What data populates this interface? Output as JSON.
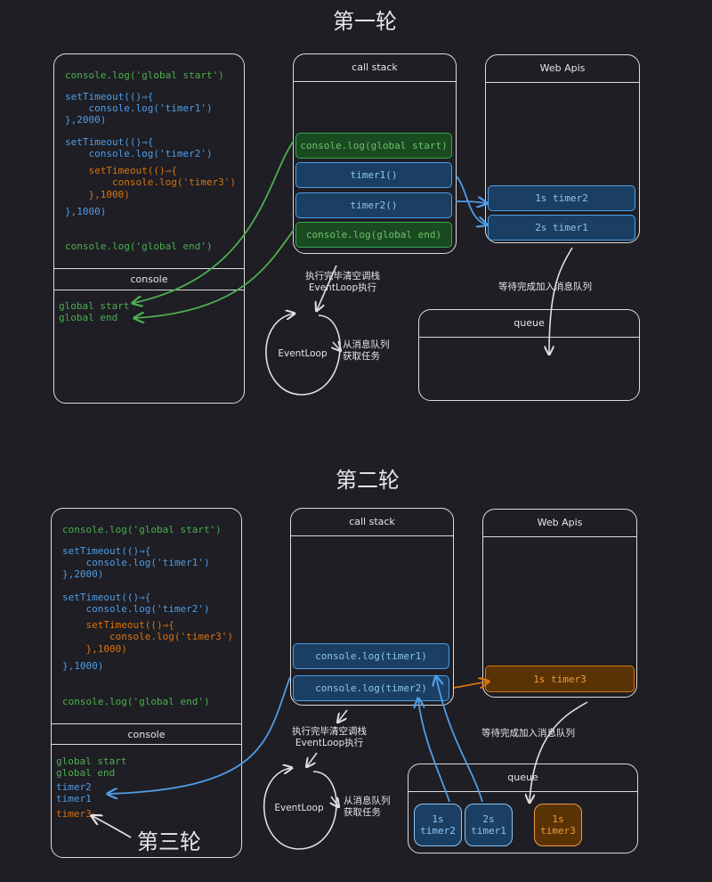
{
  "round1": {
    "title": "第一轮",
    "code": {
      "l1": "console.log('global start')",
      "l2": "setTimeout(()⇒{",
      "l3": "    console.log('timer1')",
      "l4": "},2000)",
      "l5": "setTimeout(()⇒{",
      "l6": "    console.log('timer2')",
      "l7": "    setTimeout(()⇒{",
      "l8": "        console.log('timer3')",
      "l9": "    },1000)",
      "l10": "},1000)",
      "l11": "console.log('global end')"
    },
    "console": {
      "label": "console",
      "lines": [
        "global start",
        "global end"
      ]
    },
    "call_stack": {
      "label": "call stack",
      "items": [
        "console.log(global start)",
        "timer1()",
        "timer2()",
        "console.log(global end)"
      ]
    },
    "web_apis": {
      "label": "Web Apis",
      "items": [
        "1s timer2",
        "2s timer1"
      ]
    },
    "queue": {
      "label": "queue"
    },
    "note_stack": "执行完毕清空调栈\nEventLoop执行",
    "event_loop": "EventLoop",
    "note_loop": "从消息队列\n获取任务",
    "note_wait": "等待完成加入消息队列"
  },
  "round2": {
    "title": "第二轮",
    "code": {
      "l1": "console.log('global start')",
      "l2": "setTimeout(()⇒{",
      "l3": "    console.log('timer1')",
      "l4": "},2000)",
      "l5": "setTimeout(()⇒{",
      "l6": "    console.log('timer2')",
      "l7": "    setTimeout(()⇒{",
      "l8": "        console.log('timer3')",
      "l9": "    },1000)",
      "l10": "},1000)",
      "l11": "console.log('global end')"
    },
    "console": {
      "label": "console",
      "lines_green": [
        "global start",
        "global end"
      ],
      "lines_blue": [
        "timer2",
        "timer1"
      ],
      "line_orange": "timer3"
    },
    "call_stack": {
      "label": "call stack",
      "items": [
        "console.log(timer1)",
        "console.log(timer2)"
      ]
    },
    "web_apis": {
      "label": "Web Apis",
      "items": [
        "1s timer3"
      ]
    },
    "queue": {
      "label": "queue",
      "items": [
        {
          "l1": "1s",
          "l2": "timer2"
        },
        {
          "l1": "2s",
          "l2": "timer1"
        },
        {
          "l1": "1s",
          "l2": "timer3"
        }
      ]
    },
    "note_stack": "执行完毕清空调栈\nEventLoop执行",
    "event_loop": "EventLoop",
    "note_loop": "从消息队列\n获取任务",
    "note_wait": "等待完成加入消息队列"
  },
  "round3": {
    "title": "第三轮"
  }
}
